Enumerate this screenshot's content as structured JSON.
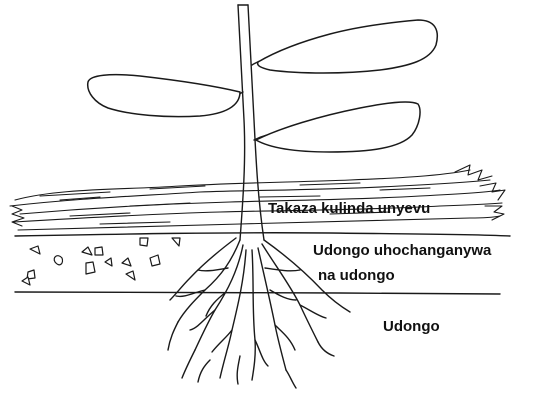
{
  "labels": {
    "mulch": "Takaza kulinda unyevu",
    "mixed_soil_line1": "Udongo uhochanganywa",
    "mixed_soil_line2": "na udongo",
    "soil": "Udongo"
  }
}
